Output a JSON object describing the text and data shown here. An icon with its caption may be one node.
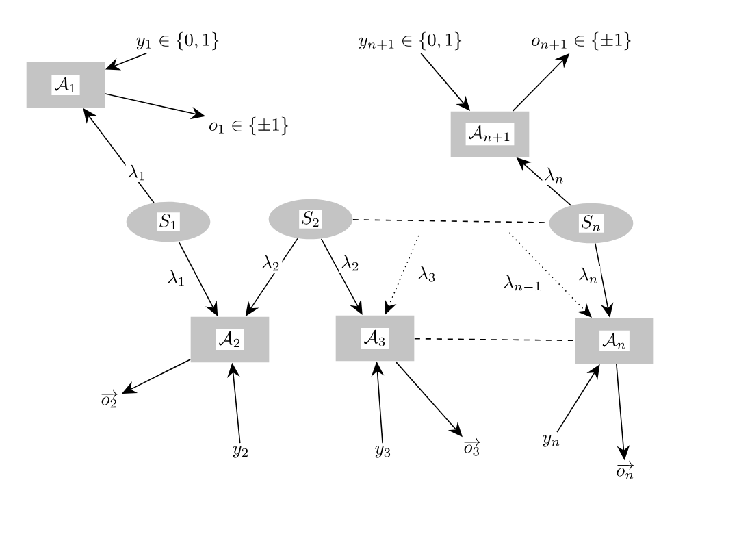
{
  "diagram": {
    "nodes": [
      {
        "text": [
          "\\mathcal{A}_1"
        ]
      },
      {
        "text": [
          "y_1 \\in \\{0, 1\\}"
        ]
      },
      {
        "text": [
          "o_1 \\in \\{\\pm 1\\}"
        ]
      },
      {
        "text": [
          "\\mathcal{A}_{n+1}"
        ]
      },
      {
        "text": [
          "y_{n+1} \\in \\{0, 1\\}"
        ]
      },
      {
        "text": [
          "o_{n+1} \\in \\{\\pm 1\\}"
        ]
      },
      {
        "text": [
          "S_1"
        ]
      },
      {
        "text": [
          "S_2"
        ]
      },
      {
        "text": [
          "S_n"
        ]
      },
      {
        "text": [
          "\\mathcal{A}_2"
        ]
      },
      {
        "text": [
          "\\mathcal{A}_3"
        ]
      },
      {
        "text": [
          "\\mathcal{A}_n"
        ]
      },
      {
        "text": [
          "\\overrightarrow{o_2}"
        ]
      },
      {
        "text": [
          "y_2"
        ]
      },
      {
        "text": [
          "y_3"
        ]
      },
      {
        "text": [
          "\\overrightarrow{o_3}"
        ]
      },
      {
        "text": [
          "y_n"
        ]
      },
      {
        "text": [
          "\\overrightarrow{o_n}"
        ]
      }
    ],
    "edges": [
      {
        "from": 1,
        "to": 0,
        "arrow": "to"
      },
      {
        "from": 0,
        "to": 2,
        "arrow": "to"
      },
      {
        "from": 6,
        "to": 0,
        "arrow": "to",
        "label": "\\lambda_1"
      },
      {
        "from": 6,
        "to": 9,
        "arrow": "to",
        "label": "\\lambda_1"
      },
      {
        "from": 7,
        "to": 9,
        "arrow": "to",
        "label": "\\lambda_2"
      },
      {
        "from": 7,
        "to": 10,
        "arrow": "to",
        "label": "\\lambda_2"
      },
      {
        "from": 7,
        "to": 8,
        "arrow": "none",
        "style": "dashed"
      },
      {
        "from": null,
        "to": 10,
        "arrow": "to",
        "style": "dashed",
        "label": "\\lambda_3"
      },
      {
        "from": null,
        "to": 11,
        "arrow": "to",
        "style": "dashed",
        "label": "\\lambda_{n-1}"
      },
      {
        "from": 4,
        "to": 3,
        "arrow": "to"
      },
      {
        "from": 3,
        "to": 5,
        "arrow": "to"
      },
      {
        "from": 8,
        "to": 3,
        "arrow": "to",
        "label": "\\lambda_n"
      },
      {
        "from": 8,
        "to": 11,
        "arrow": "to",
        "label": "\\lambda_n"
      },
      {
        "from": 10,
        "to": 11,
        "arrow": "none",
        "style": "dashed"
      },
      {
        "from": 9,
        "to": 12,
        "arrow": "to"
      },
      {
        "from": 13,
        "to": 9,
        "arrow": "to"
      },
      {
        "from": 14,
        "to": 10,
        "arrow": "to"
      },
      {
        "from": 10,
        "to": 15,
        "arrow": "to"
      },
      {
        "from": 16,
        "to": 11,
        "arrow": "to"
      },
      {
        "from": 11,
        "to": 17,
        "arrow": "to"
      }
    ]
  }
}
